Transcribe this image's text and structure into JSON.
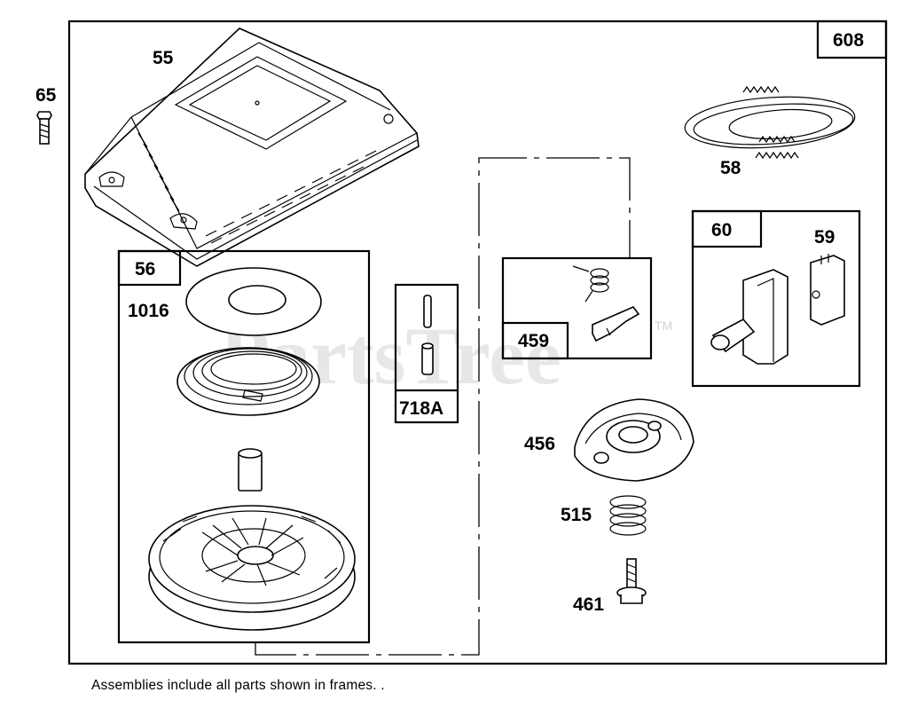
{
  "watermark": {
    "text": "PartsTree",
    "tm": "TM"
  },
  "callouts": {
    "c55": "55",
    "c65": "65",
    "c608": "608",
    "c58": "58",
    "c56": "56",
    "c1016": "1016",
    "c718a": "718A",
    "c459": "459",
    "c60": "60",
    "c59": "59",
    "c456": "456",
    "c515": "515",
    "c461": "461"
  },
  "footnote": "Assemblies include all parts shown in frames. ."
}
